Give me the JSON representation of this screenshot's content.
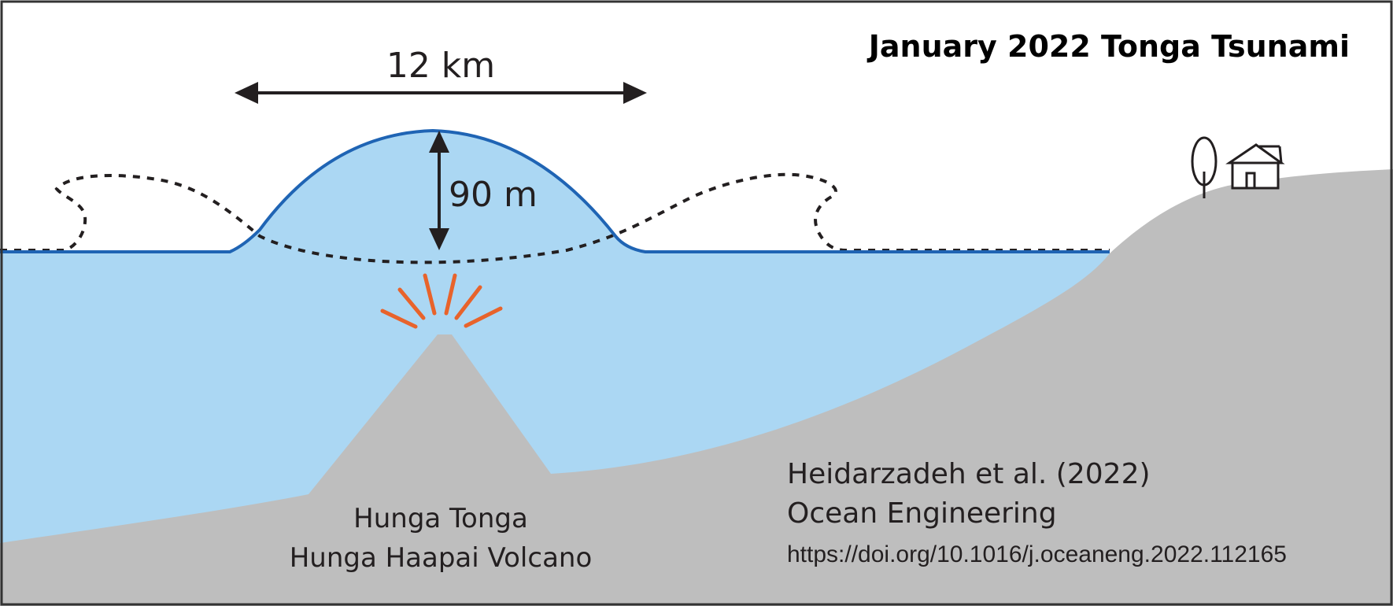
{
  "title": "January 2022 Tonga Tsunami",
  "wave": {
    "width_label": "12 km",
    "height_label": "90 m"
  },
  "volcano": {
    "line1": "Hunga Tonga",
    "line2": "Hunga Haapai Volcano"
  },
  "citation": {
    "authors": "Heidarzadeh et al. (2022)",
    "journal": "Ocean Engineering",
    "doi": "https://doi.org/10.1016/j.oceaneng.2022.112165"
  },
  "colors": {
    "water": "#abd7f3",
    "wave_line": "#1f64b4",
    "ground": "#bebebe",
    "blast": "#e8632b",
    "border": "#333333"
  }
}
